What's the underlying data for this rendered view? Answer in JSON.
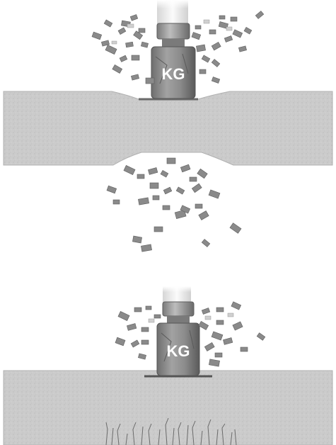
{
  "figures": [
    {
      "id": "top",
      "weight_label": "KG"
    },
    {
      "id": "bottom",
      "weight_label": "KG"
    }
  ],
  "colors": {
    "slab": "#c9c9c9",
    "slab_edge": "#a9a9a9",
    "weight_body": "#8e8e8e",
    "weight_dark": "#5e5e5e",
    "weight_light": "#b8b8b8",
    "label": "#ffffff",
    "debris": "#8a8a8a",
    "debris_light": "#c4c4c4",
    "rod": "#eeeeee",
    "crack": "#6a6a6a"
  }
}
